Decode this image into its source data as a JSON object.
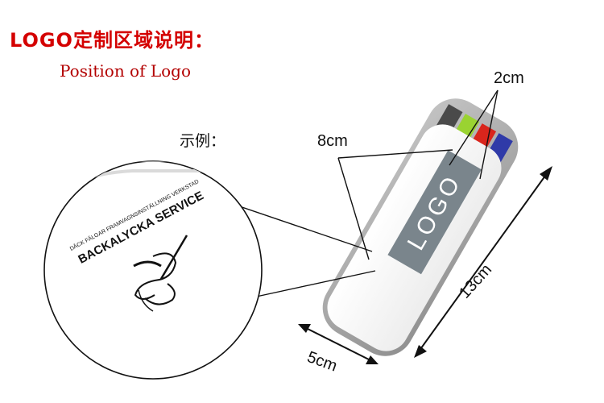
{
  "title": {
    "cn": "LOGO定制区域说明：",
    "en": "Position of Logo"
  },
  "example_label": "示例：",
  "dimensions": {
    "width_2": "2cm",
    "length_8": "8cm",
    "height_13": "13cm",
    "width_5": "5cm"
  },
  "logo_area_text": "LOGO",
  "magnified_logo": {
    "arc_text": "DÄCK FÄLGAR FRAMVAGNSINSTÄLLNING VERKSTAD",
    "brand_text": "BACKALYCKA SERVICE"
  },
  "colors": {
    "title_red": "#d40000",
    "logo_area": "#7a858c",
    "case_frame": "#a8a8a8",
    "case_body": "#ffffff"
  }
}
